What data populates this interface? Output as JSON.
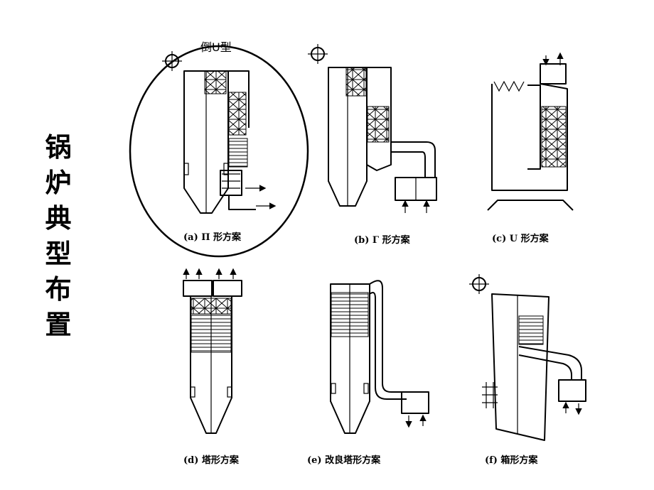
{
  "title_chars": [
    "锅",
    "炉",
    "典",
    "型",
    "布",
    "置"
  ],
  "annotation": "倒U型",
  "captions": {
    "a": "(a) Π 形方案",
    "b": "(b) Γ 形方案",
    "c": "(c) U 形方案",
    "d": "(d) 塔形方案",
    "e": "(e) 改良塔形方案",
    "f": "(f) 箱形方案"
  }
}
